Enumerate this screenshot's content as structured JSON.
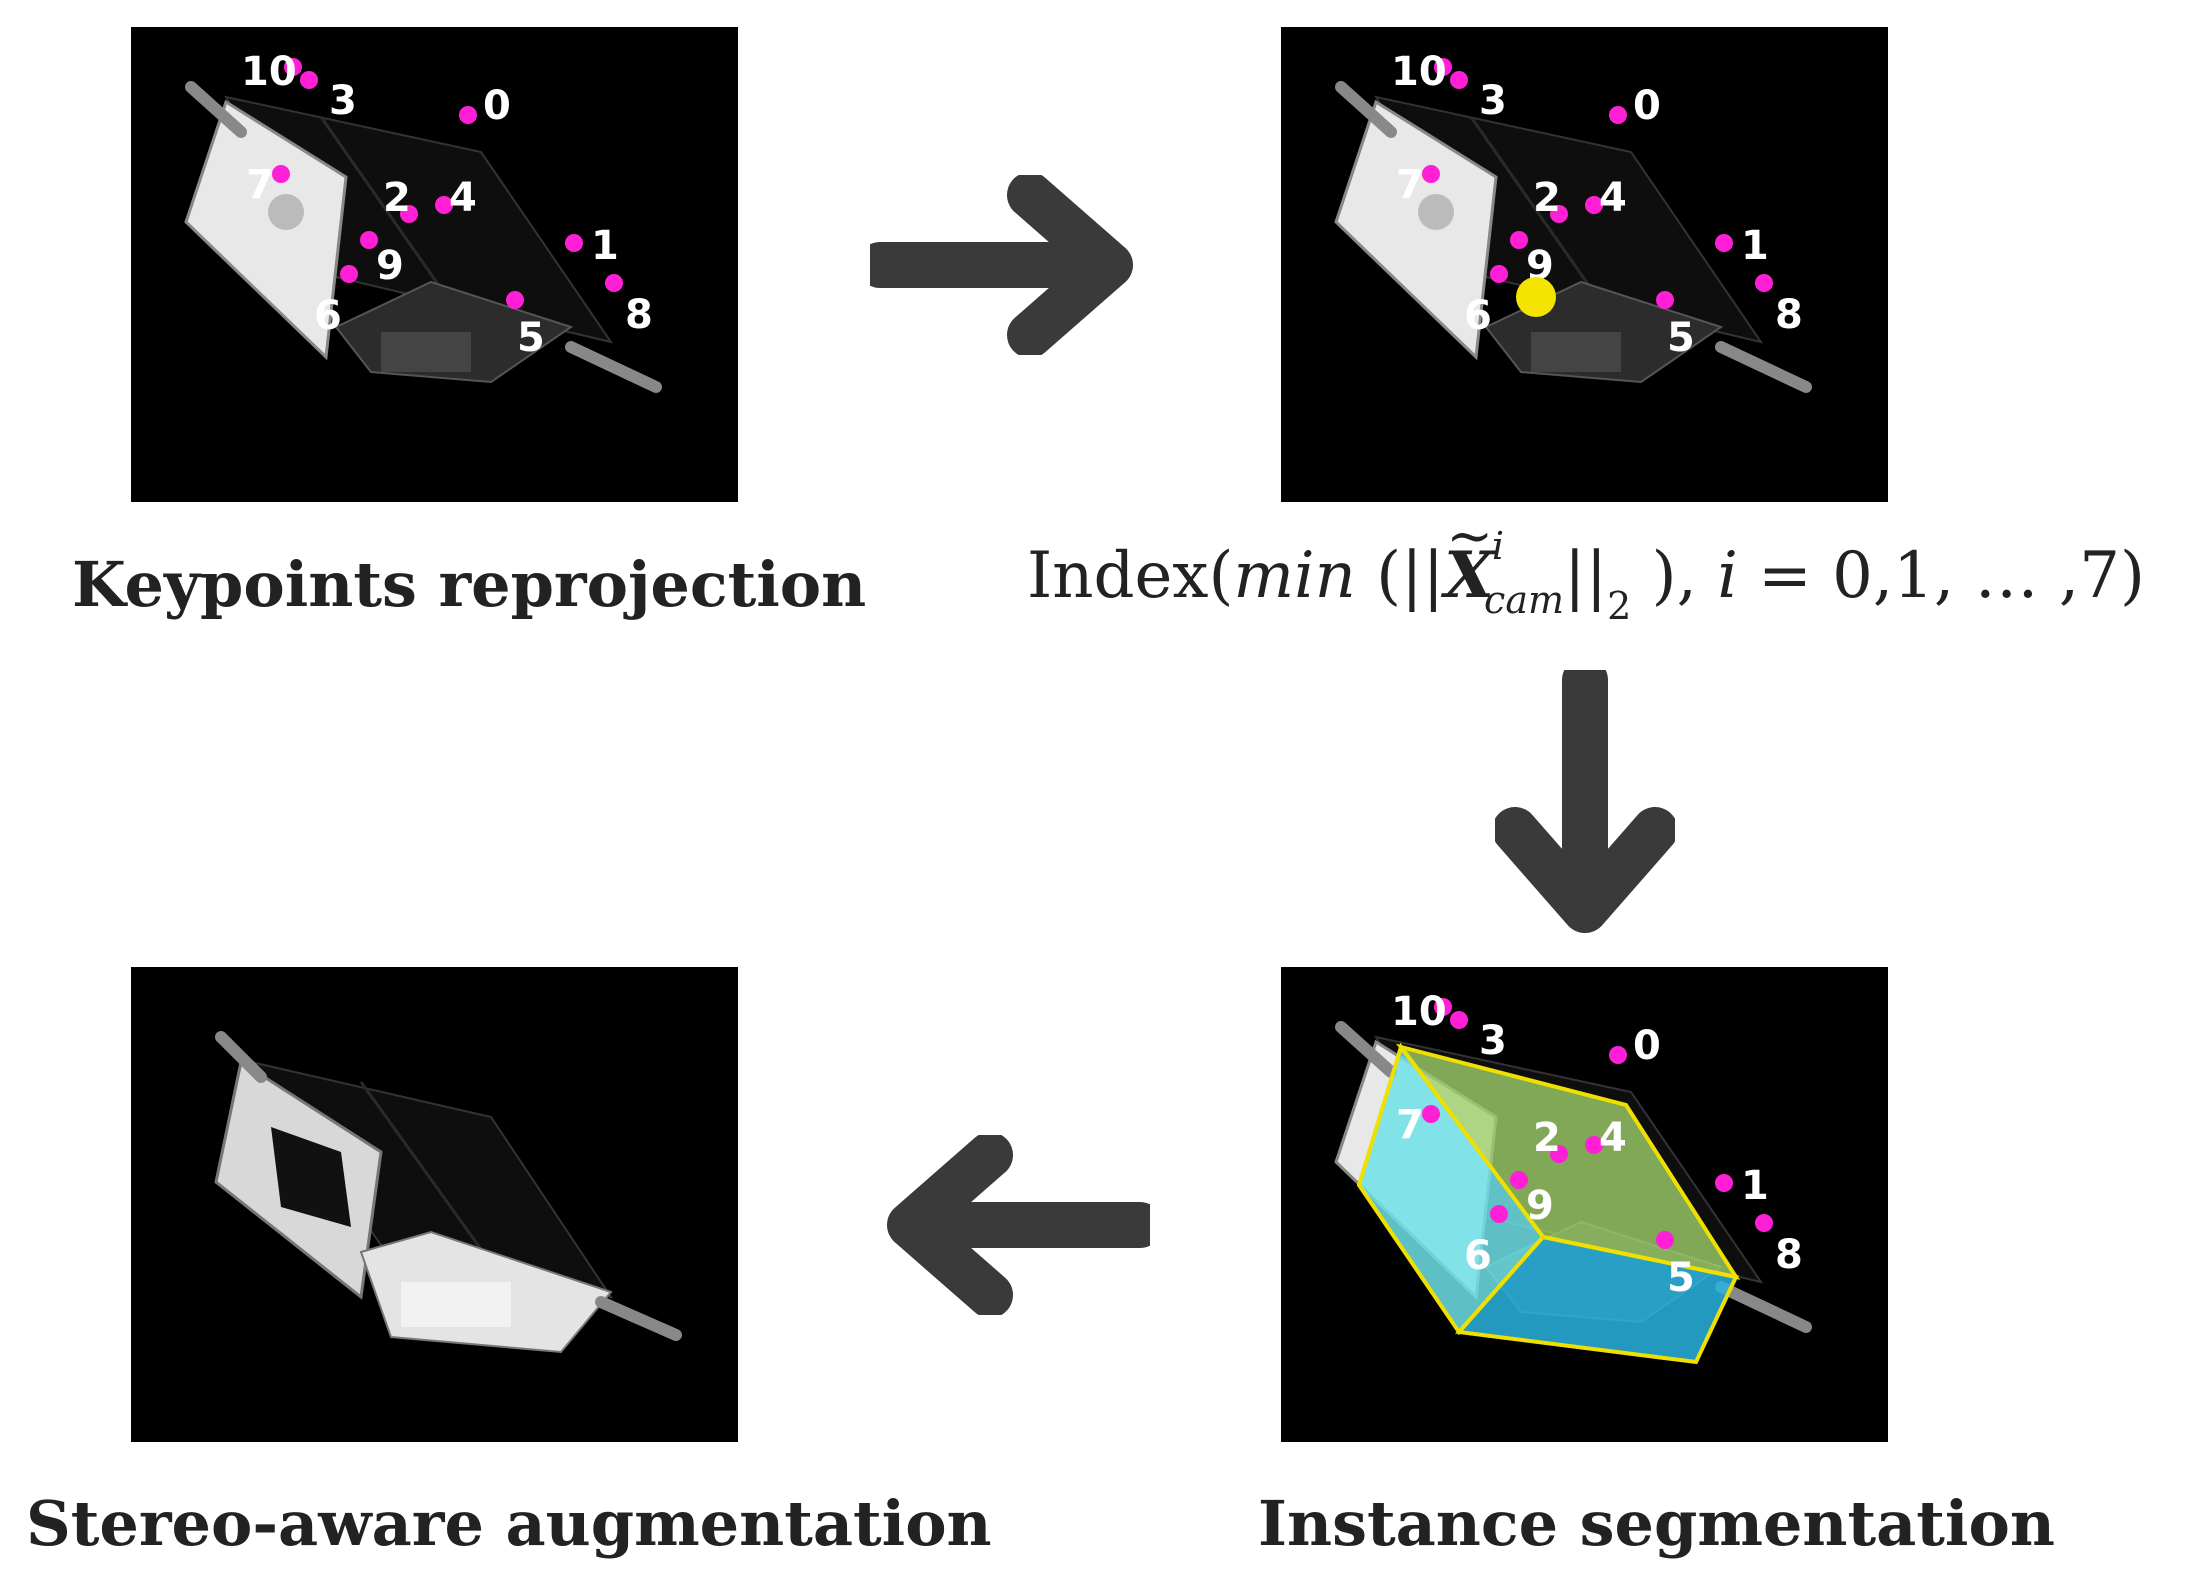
{
  "panels": {
    "top_left": {
      "caption": "Keypoints reprojection"
    },
    "top_right": {
      "formula": {
        "prefix": "Index(",
        "func": "min",
        "open": " (||",
        "var": "X",
        "sup": "i",
        "sub": "cam",
        "norm": "||",
        "norm_sub": "2",
        "close": " ),",
        "index_var": "i",
        "range": " = 0,1, … ,7)"
      }
    },
    "bottom_right": {
      "caption": "Instance segmentation"
    },
    "bottom_left": {
      "caption": "Stereo-aware augmentation"
    }
  },
  "keypoints": {
    "labels": [
      "0",
      "1",
      "2",
      "3",
      "4",
      "5",
      "6",
      "7",
      "8",
      "9",
      "10"
    ]
  },
  "colors": {
    "keypoint": "#ff1fd6",
    "highlight": "#f5e400",
    "arrow": "#3a3a3a",
    "box_front": "#6fe0e6",
    "box_top": "#9ecf6a",
    "box_side": "#2ab4e0",
    "box_edge": "#f0e000"
  },
  "icons": {
    "flow_arrows": [
      "arrow-right-icon",
      "arrow-down-icon",
      "arrow-left-icon"
    ]
  }
}
